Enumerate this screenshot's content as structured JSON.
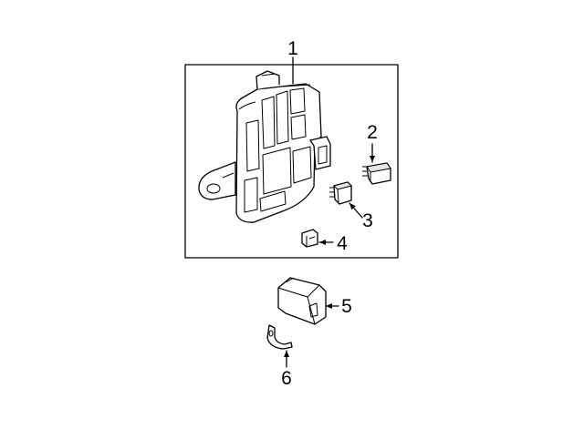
{
  "callouts": [
    {
      "id": "1",
      "text": "1"
    },
    {
      "id": "2",
      "text": "2"
    },
    {
      "id": "3",
      "text": "3"
    },
    {
      "id": "4",
      "text": "4"
    },
    {
      "id": "5",
      "text": "5"
    },
    {
      "id": "6",
      "text": "6"
    }
  ],
  "parts": [
    {
      "callout": "1",
      "icon": "junction-box-assembly-icon"
    },
    {
      "callout": "2",
      "icon": "relay-icon"
    },
    {
      "callout": "3",
      "icon": "relay-icon"
    },
    {
      "callout": "4",
      "icon": "fuse-icon"
    },
    {
      "callout": "5",
      "icon": "relay-icon"
    },
    {
      "callout": "6",
      "icon": "bracket-icon"
    }
  ],
  "colors": {
    "line": "#000000",
    "background": "#ffffff"
  }
}
